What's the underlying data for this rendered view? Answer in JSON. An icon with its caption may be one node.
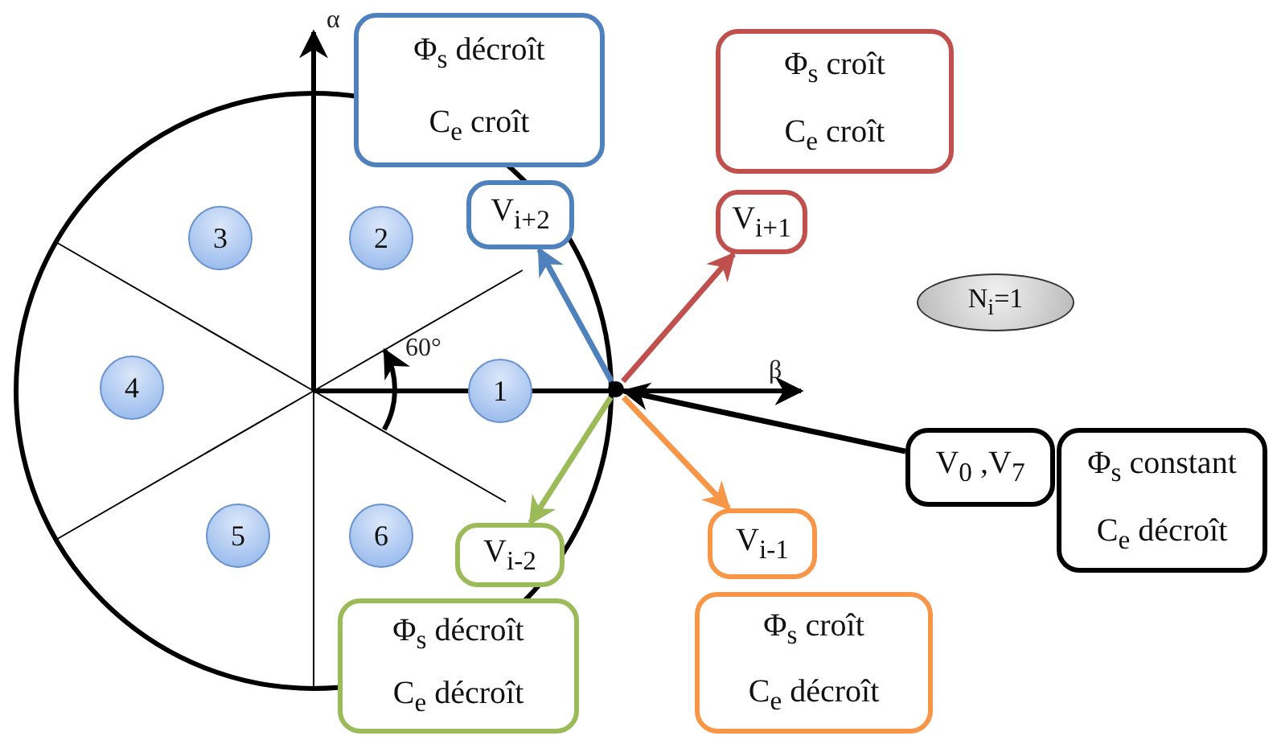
{
  "diagram": {
    "nodes": [
      {
        "text": [
          "Φ$_{s}$ décroît",
          "C$_{e}$ croît"
        ]
      },
      {
        "text": [
          "Φ$_{s}$ croît",
          "C$_{e}$ croît"
        ]
      },
      {
        "text": [
          "3"
        ]
      },
      {
        "text": [
          "2"
        ]
      },
      {
        "text": [
          "V$_{i+2}$"
        ]
      },
      {
        "text": [
          "V$_{i+1}$"
        ]
      },
      {
        "text": [
          "N$_{i}$=1"
        ]
      },
      {
        "text": [
          "4"
        ]
      },
      {
        "text": [
          "1"
        ]
      },
      {
        "text": [],
        "shape": "circle"
      },
      {
        "text": [
          "V$_{0}$ ,V$_{7}$"
        ]
      },
      {
        "text": [
          "Φ$_{s}$ constant",
          "C$_{e}$ décroît"
        ]
      },
      {
        "text": [
          "5"
        ]
      },
      {
        "text": [
          "6"
        ]
      },
      {
        "text": [
          "V$_{i-2}$"
        ]
      },
      {
        "text": [
          "V$_{i-1}$"
        ]
      },
      {
        "text": [
          "Φ$_{s}$ décroît",
          "C$_{e}$ décroît"
        ]
      },
      {
        "text": [
          "Φ$_{s}$ croît",
          "C$_{e}$ décroît"
        ]
      }
    ],
    "edges": [
      {
        "from": 9,
        "to": 4,
        "arrow": "to",
        "color": "#4f81bd"
      },
      {
        "from": 9,
        "to": 5,
        "arrow": "to",
        "color": "#c0504d"
      },
      {
        "from": 9,
        "to": 14,
        "arrow": "to",
        "color": "#9bbb59"
      },
      {
        "from": 9,
        "to": 15,
        "arrow": "to",
        "color": "#f79646"
      },
      {
        "from": 10,
        "to": 9,
        "arrow": "to",
        "color": "#000000"
      }
    ],
    "labels": [
      "α",
      "60°",
      "β"
    ]
  }
}
